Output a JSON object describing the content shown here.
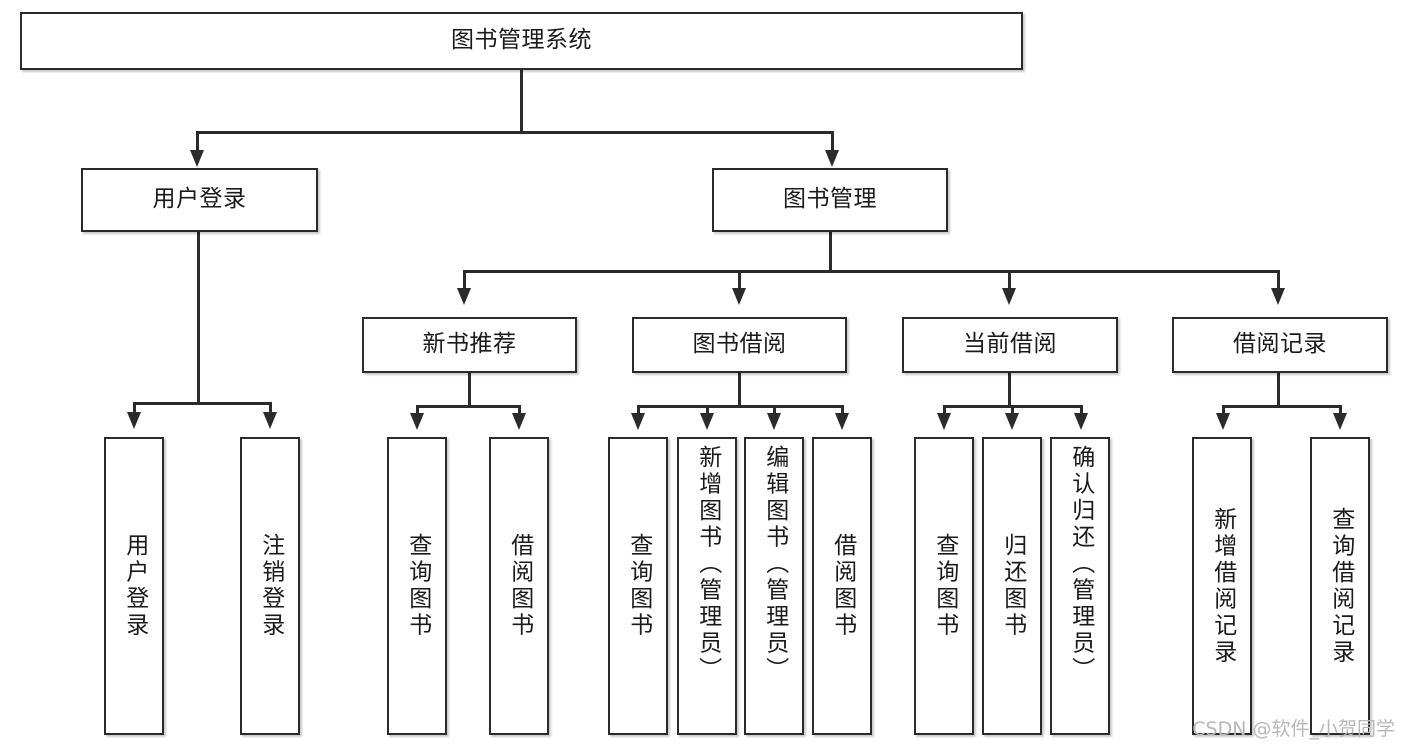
{
  "diagram": {
    "type": "tree-hierarchy-diagram",
    "title": "图书管理系统",
    "root": {
      "id": "root",
      "label": "图书管理系统"
    },
    "level2": [
      {
        "id": "user-login",
        "label": "用户登录"
      },
      {
        "id": "book-management",
        "label": "图书管理"
      }
    ],
    "level3": [
      {
        "id": "new-book-recommend",
        "label": "新书推荐",
        "parent": "book-management"
      },
      {
        "id": "book-borrow",
        "label": "图书借阅",
        "parent": "book-management"
      },
      {
        "id": "current-borrow",
        "label": "当前借阅",
        "parent": "book-management"
      },
      {
        "id": "borrow-record",
        "label": "借阅记录",
        "parent": "book-management"
      }
    ],
    "leaves": {
      "user-login": [
        {
          "id": "leaf-user-login",
          "label": "用户登录"
        },
        {
          "id": "leaf-user-logout",
          "label": "注销登录"
        }
      ],
      "new-book-recommend": [
        {
          "id": "leaf-query-book-1",
          "label": "查询图书"
        },
        {
          "id": "leaf-borrow-book-1",
          "label": "借阅图书"
        }
      ],
      "book-borrow": [
        {
          "id": "leaf-query-book-2",
          "label": "查询图书"
        },
        {
          "id": "leaf-add-book",
          "label": "新增图书（管理员）"
        },
        {
          "id": "leaf-edit-book",
          "label": "编辑图书（管理员）"
        },
        {
          "id": "leaf-borrow-book-2",
          "label": "借阅图书"
        }
      ],
      "current-borrow": [
        {
          "id": "leaf-query-book-3",
          "label": "查询图书"
        },
        {
          "id": "leaf-return-book",
          "label": "归还图书"
        },
        {
          "id": "leaf-confirm-return",
          "label": "确认归还（管理员）"
        }
      ],
      "borrow-record": [
        {
          "id": "leaf-add-record",
          "label": "新增借阅记录"
        },
        {
          "id": "leaf-query-record",
          "label": "查询借阅记录"
        }
      ]
    }
  },
  "watermark": {
    "text": "CSDN @软件_小贺同学"
  },
  "colors": {
    "stroke": "#2b2b2b",
    "fill": "#ffffff",
    "text": "#1a1a1a",
    "watermark": "#b8b8b8"
  }
}
